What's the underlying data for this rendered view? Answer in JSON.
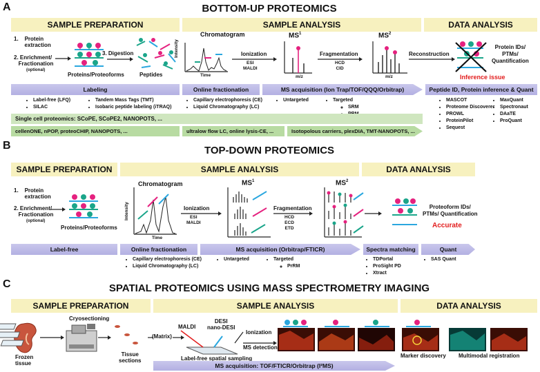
{
  "panels": {
    "A": {
      "letter": "A",
      "title": "BOTTOM-UP PROTEOMICS",
      "headers": {
        "prep": "SAMPLE PREPARATION",
        "analysis": "SAMPLE ANALYSIS",
        "data": "DATA ANALYSIS"
      },
      "steps": {
        "extraction": "1.    Protein\n       extraction",
        "enrichment": "2. Enrichment/\n   Fractionation",
        "optional": "(optional)",
        "digestion": "3. Digestion",
        "proteins": "Proteins/Proteoforms",
        "peptides": "Peptides"
      },
      "chromatogram": "Chromatogram",
      "intensity": "Intensity",
      "time": "Time",
      "ionization": "Ionization",
      "ion_methods": "ESI\nMALDI",
      "ms1": "MS",
      "ms2": "MS",
      "sup1": "1",
      "sup2": "2",
      "fragmentation": "Fragmentation",
      "frag_methods": "HCD\nCID",
      "mz": "m/z",
      "reconstruction": "Reconstruction",
      "result": "Protein IDs/\nPTMs/\nQuantification",
      "inference": "Inference issue",
      "bands": {
        "labeling": "Labeling",
        "online": "Online fractionation",
        "ms_acq": "MS acquisition (Ion Trap/TOF/QQQ/Orbitrap)",
        "peptide_id": "Peptide ID, Protein inference & Quant"
      },
      "labeling_left": [
        "Label-free (LFQ)",
        "SILAC"
      ],
      "labeling_right": [
        "Tandem Mass Tags (TMT)",
        "Isobaric peptide labeling (iTRAQ)"
      ],
      "fractionation": [
        "Capillary electrophoresis (CE)",
        "Liquid Chromatography (LC)"
      ],
      "untargeted": [
        "Untargeted"
      ],
      "targeted": [
        "Targeted"
      ],
      "targeted_sub": [
        "SRM",
        "PRM"
      ],
      "software_left": [
        "MASCOT",
        "Proteome Discoverer",
        "PROWL",
        "ProteinPilot",
        "Sequest"
      ],
      "software_right": [
        "MaxQuant",
        "Spectronaut",
        "DAaTE",
        "ProQuant"
      ],
      "single_cell": "Single cell proteomics:  SCoPE,  SCoPE2,  NANOPOTS, ...",
      "green1": "cellenONE,  nPOP,  proteoCHIP,  NANOPOTS, ...",
      "green2": "ultralow flow LC,  online lysis-CE, ...",
      "green3": "Isotopolous carriers,  plexDIA,  TMT-NANOPOTS, ..."
    },
    "B": {
      "letter": "B",
      "title": "TOP-DOWN PROTEOMICS",
      "headers": {
        "prep": "SAMPLE PREPARATION",
        "analysis": "SAMPLE ANALYSIS",
        "data": "DATA ANALYSIS"
      },
      "steps": {
        "extraction": "1.    Protein\n       extraction",
        "enrichment": "2. Enrichment/\n   Fractionation",
        "optional": "(optional)",
        "proteins": "Proteins/Proteoforms"
      },
      "chromatogram": "Chromatogram",
      "intensity": "Intensity",
      "time": "Time",
      "ionization": "Ionization",
      "ion_methods": "ESI\nMALDI",
      "ms1": "MS",
      "ms2": "MS",
      "sup1": "1",
      "sup2": "2",
      "fragmentation": "Fragmentation",
      "frag_methods": "HCD\nECD\nETD",
      "result": "Proteoform IDs/\nPTMs/ Quantification",
      "accurate": "Accurate",
      "bands": {
        "label_free": "Label-free",
        "online": "Online fractionation",
        "ms_acq": "MS acquisition (Orbitrap/FTICR)",
        "spectra": "Spectra matching",
        "quant": "Quant"
      },
      "fractionation": [
        "Capillary electrophoresis (CE)",
        "Liquid Chromatography (LC)"
      ],
      "untargeted": [
        "Untargeted"
      ],
      "targeted": [
        "Targeted"
      ],
      "targeted_sub": [
        "PrRM"
      ],
      "spectra_tools": [
        "TDPortal",
        "ProSight PD",
        "Xtract"
      ],
      "quant_tools": [
        "SAS Quant"
      ]
    },
    "C": {
      "letter": "C",
      "title": "SPATIAL PROTEOMICS USING MASS SPECTROMETRY IMAGING",
      "headers": {
        "prep": "SAMPLE PREPARATION",
        "analysis": "SAMPLE ANALYSIS",
        "data": "DATA ANALYSIS"
      },
      "frozen": "Frozen\ntissue",
      "cryo": "Cryosectioning",
      "sections": "Tissue\nsections",
      "matrix": "(Matrix)",
      "maldi": "MALDI",
      "desi": "DESI\nnano-DESI",
      "ionization": "Ionization",
      "ms_detection": "MS detection",
      "label_free": "Label-free spatial sampling",
      "marker": "Marker discovery",
      "multimodal": "Multimodal registration",
      "band": "MS acquisition: TOF/FTICR/Orbitrap (I²MS)"
    }
  },
  "colors": {
    "pink": "#e5217f",
    "teal": "#1aa58a",
    "blue": "#2aa7df",
    "yellow": "#f7f1bf",
    "purple": "#bcb9e6",
    "green": "#b8dba2",
    "red": "#e21d1d"
  }
}
